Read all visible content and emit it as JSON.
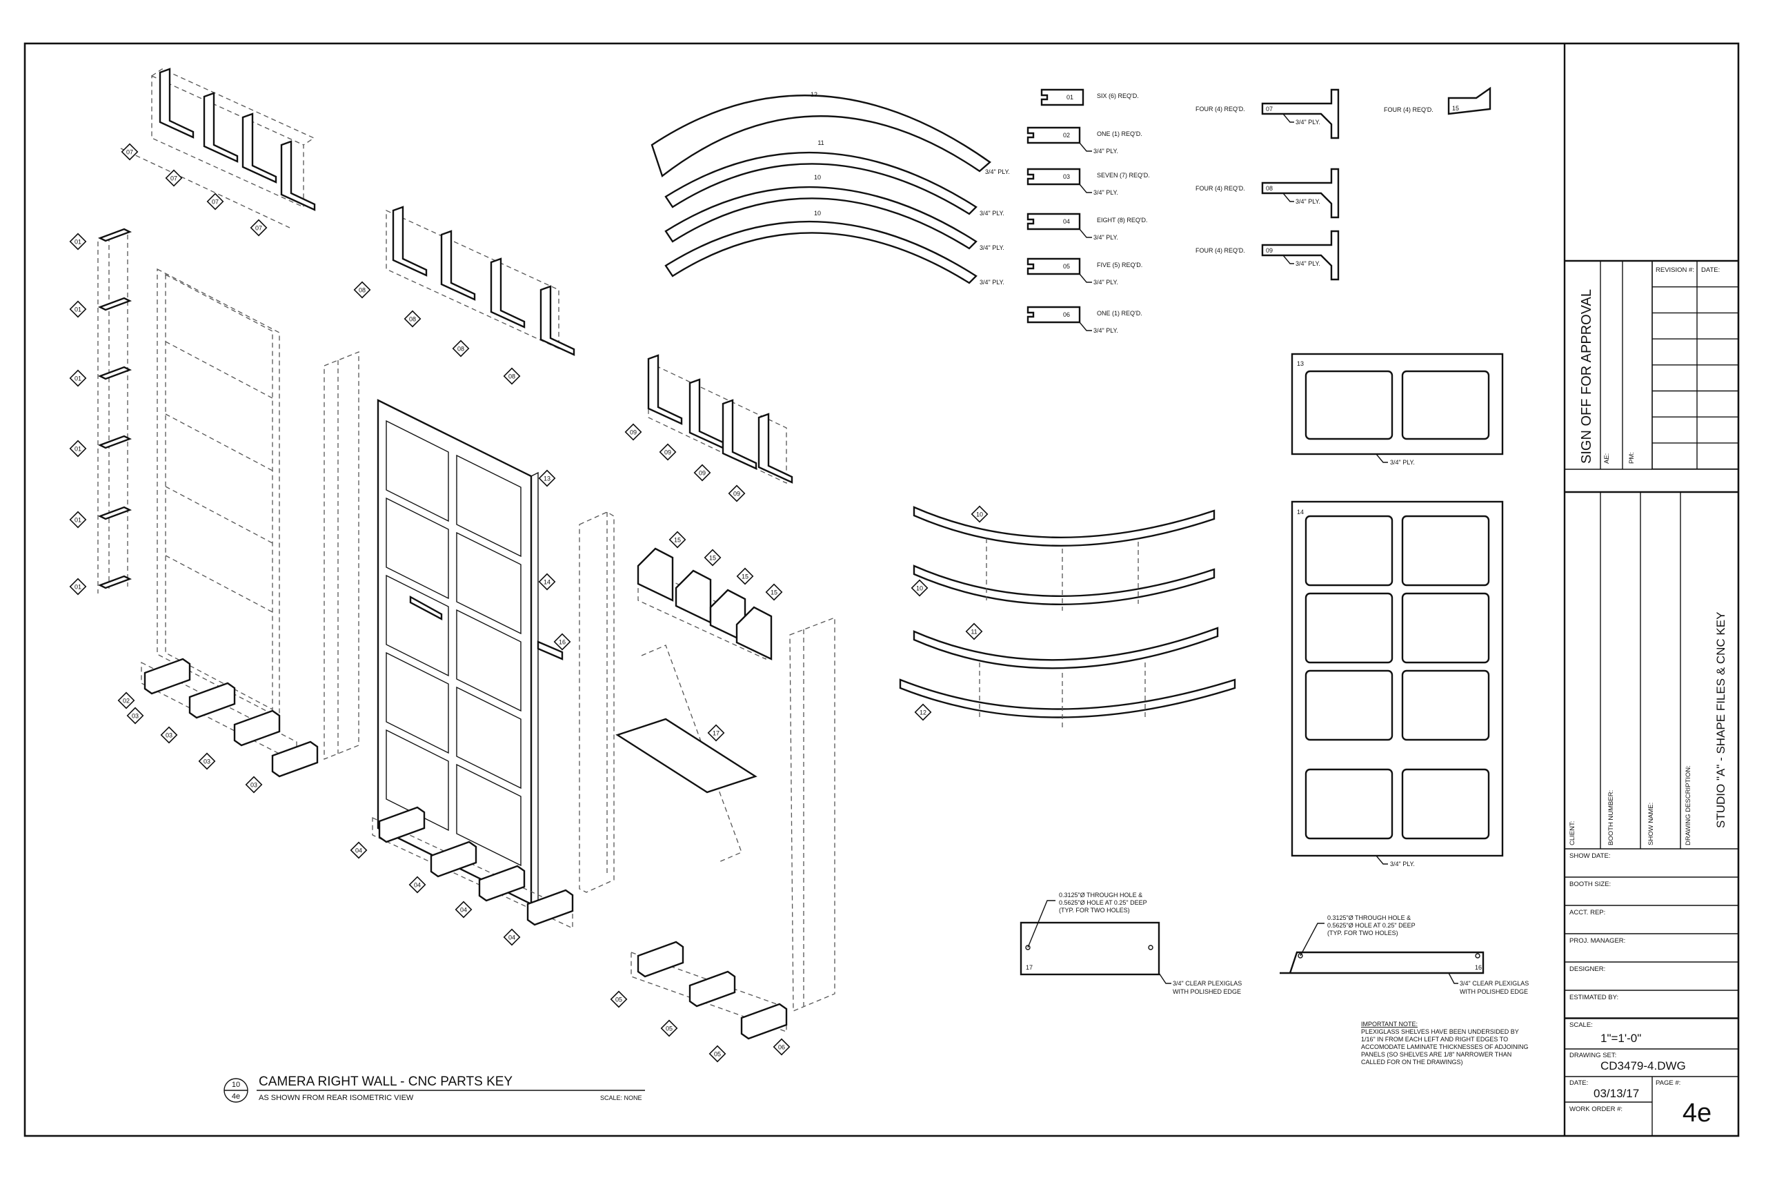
{
  "drawing": {
    "title": "CAMERA RIGHT WALL - CNC PARTS KEY",
    "subtitle": "AS SHOWN FROM REAR ISOMETRIC VIEW",
    "scale_note": "SCALE: NONE",
    "detail_number": "10",
    "detail_sheet": "4e"
  },
  "profiles": [
    {
      "id": "01",
      "qty": "SIX (6) REQ'D.",
      "material": ""
    },
    {
      "id": "02",
      "qty": "ONE (1) REQ'D.",
      "material": "3/4\" PLY."
    },
    {
      "id": "03",
      "qty": "SEVEN (7) REQ'D.",
      "material": "3/4\" PLY."
    },
    {
      "id": "04",
      "qty": "EIGHT (8) REQ'D.",
      "material": "3/4\" PLY."
    },
    {
      "id": "05",
      "qty": "FIVE (5) REQ'D.",
      "material": "3/4\" PLY."
    },
    {
      "id": "06",
      "qty": "ONE (1) REQ'D.",
      "material": "3/4\" PLY."
    }
  ],
  "brackets": [
    {
      "id": "07",
      "qty": "FOUR (4) REQ'D.",
      "material": "3/4\" PLY."
    },
    {
      "id": "08",
      "qty": "FOUR (4) REQ'D.",
      "material": "3/4\" PLY."
    },
    {
      "id": "09",
      "qty": "FOUR (4) REQ'D.",
      "material": "3/4\" PLY."
    }
  ],
  "bracket15": {
    "id": "15",
    "qty": "FOUR (4) REQ'D."
  },
  "arcs": [
    {
      "id": "12",
      "material": "3/4\" PLY."
    },
    {
      "id": "11",
      "material": "3/4\" PLY."
    },
    {
      "id": "10",
      "material": "3/4\" PLY."
    },
    {
      "id": "10",
      "material": "3/4\" PLY."
    }
  ],
  "panels": {
    "p13": {
      "id": "13",
      "material": "3/4\" PLY."
    },
    "p14": {
      "id": "14",
      "material": "3/4\" PLY."
    }
  },
  "plexi": {
    "p17": {
      "id": "17",
      "hole_note": [
        "0.3125\"Ø THROUGH HOLE &",
        "0.5625\"Ø HOLE AT 0.25\" DEEP",
        "(TYP. FOR TWO HOLES)"
      ],
      "material": [
        "3/4\" CLEAR PLEXIGLAS",
        "WITH POLISHED EDGE"
      ]
    },
    "p16": {
      "id": "16",
      "hole_note": [
        "0.3125\"Ø THROUGH HOLE &",
        "0.5625\"Ø HOLE AT 0.25\" DEEP",
        "(TYP. FOR TWO HOLES)"
      ],
      "material": [
        "3/4\" CLEAR PLEXIGLAS",
        "WITH POLISHED EDGE"
      ]
    }
  },
  "important_note": {
    "heading": "IMPORTANT NOTE:",
    "lines": [
      "PLEXIGLASS SHELVES HAVE BEEN UNDERSIDED BY",
      "1/16\" IN FROM EACH LEFT AND RIGHT EDGES TO",
      "ACCOMODATE LAMINATE THICKNESSES OF ADJOINING",
      "PANELS (SO SHELVES ARE 1/8\" NARROWER THAN",
      "CALLED FOR ON THE DRAWINGS)"
    ]
  },
  "iso_tags": {
    "stack_top": [
      "07",
      "07",
      "07",
      "07"
    ],
    "stack_left": [
      "01",
      "01",
      "01",
      "01",
      "01",
      "01"
    ],
    "stack_mid": [
      "08",
      "08",
      "08",
      "08"
    ],
    "stack_right": [
      "09",
      "09",
      "09",
      "09"
    ],
    "stack_15": [
      "15",
      "15",
      "15",
      "15"
    ],
    "frame": [
      "13",
      "14",
      "16"
    ],
    "bottom_a": [
      "02",
      "03",
      "03",
      "03",
      "03"
    ],
    "bottom_b": [
      "04",
      "04",
      "04",
      "04"
    ],
    "bottom_c": [
      "05",
      "05",
      "05",
      "06"
    ],
    "shelf": [
      "17"
    ],
    "curved": [
      "10",
      "10",
      "11",
      "12"
    ]
  },
  "title_block": {
    "signoff": "SIGN OFF FOR APPROVAL",
    "ae": "AE:",
    "pm": "PM:",
    "revision": "REVISION #:",
    "date_col": "DATE:",
    "client": "CLIENT:",
    "booth_number": "BOOTH NUMBER:",
    "show_name": "SHOW NAME:",
    "drawing_description_label": "DRAWING DESCRIPTION:",
    "drawing_description": "STUDIO \"A\" - SHAPE FILES & CNC KEY",
    "show_date": "SHOW DATE:",
    "booth_size": "BOOTH SIZE:",
    "acct_rep": "ACCT. REP:",
    "proj_manager": "PROJ. MANAGER:",
    "designer": "DESIGNER:",
    "estimated_by": "ESTIMATED BY:",
    "scale_label": "SCALE:",
    "scale": "1\"=1'-0\"",
    "drawing_set_label": "DRAWING SET:",
    "drawing_set": "CD3479-4.DWG",
    "date_label": "DATE:",
    "date": "03/13/17",
    "page_label": "PAGE #:",
    "page": "4e",
    "work_order": "WORK ORDER #:"
  }
}
